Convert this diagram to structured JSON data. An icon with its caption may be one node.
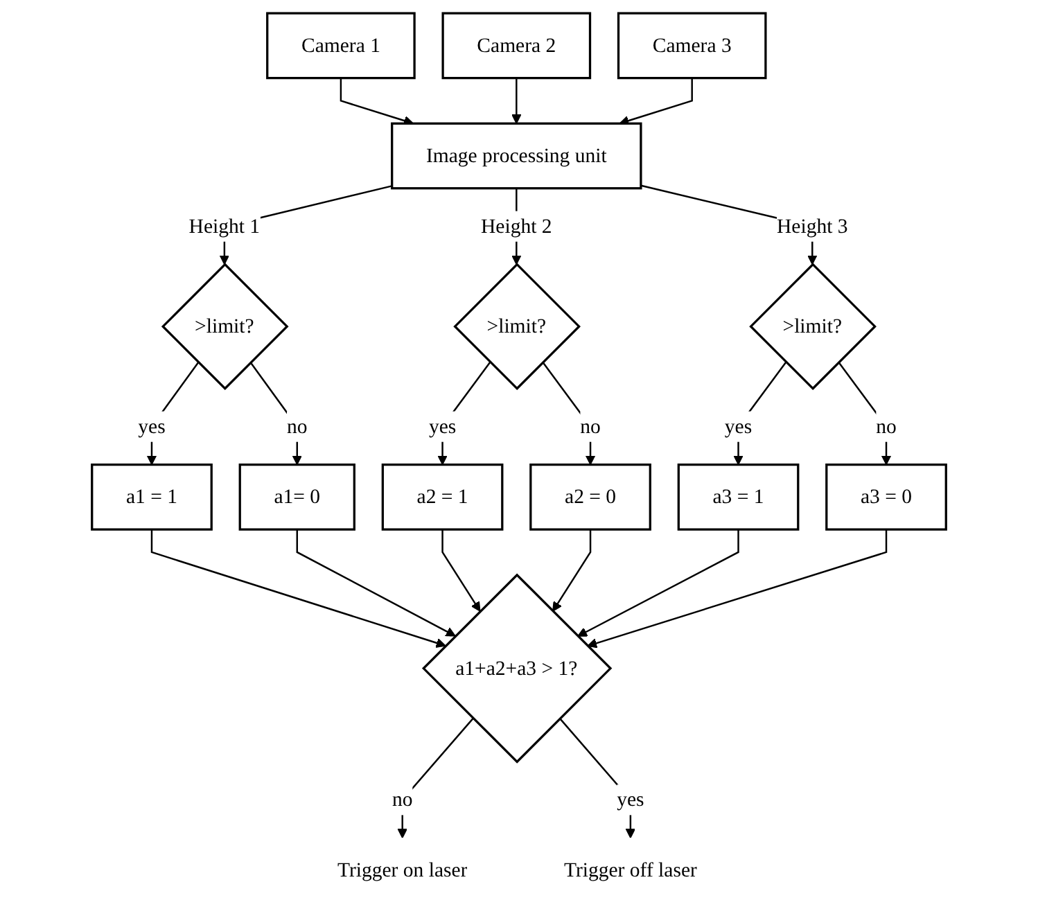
{
  "diagram": {
    "nodes": [
      {
        "text": [
          "Camera 1"
        ]
      },
      {
        "text": [
          "Camera 2"
        ]
      },
      {
        "text": [
          "Camera 3"
        ]
      },
      {
        "text": [
          "Image processing unit"
        ]
      },
      {
        "text": [
          ">limit?"
        ]
      },
      {
        "text": [
          ">limit?"
        ]
      },
      {
        "text": [
          ">limit?"
        ]
      },
      {
        "text": [
          "a1 = 1"
        ]
      },
      {
        "text": [
          "a1= 0"
        ]
      },
      {
        "text": [
          "a2 = 1"
        ]
      },
      {
        "text": [
          "a2 = 0"
        ]
      },
      {
        "text": [
          "a3 = 1"
        ]
      },
      {
        "text": [
          "a3 = 0"
        ]
      },
      {
        "text": [
          "a1+a2+a3 > 1?"
        ]
      },
      {
        "text": [
          "Trigger on laser"
        ]
      },
      {
        "text": [
          "Trigger off laser"
        ]
      }
    ],
    "edges": [
      {
        "from": 0,
        "to": 3,
        "arrow": "to"
      },
      {
        "from": 1,
        "to": 3,
        "arrow": "to"
      },
      {
        "from": 2,
        "to": 3,
        "arrow": "to"
      },
      {
        "from": 3,
        "to": 4,
        "arrow": "to",
        "label": "Height 1"
      },
      {
        "from": 3,
        "to": 5,
        "arrow": "to",
        "label": "Height 2"
      },
      {
        "from": 3,
        "to": 6,
        "arrow": "to",
        "label": "Height 3"
      },
      {
        "from": 4,
        "to": 7,
        "arrow": "to",
        "label": "yes"
      },
      {
        "from": 4,
        "to": 8,
        "arrow": "to",
        "label": "no"
      },
      {
        "from": 5,
        "to": 9,
        "arrow": "to",
        "label": "yes"
      },
      {
        "from": 5,
        "to": 10,
        "arrow": "to",
        "label": "no"
      },
      {
        "from": 6,
        "to": 11,
        "arrow": "to",
        "label": "yes"
      },
      {
        "from": 6,
        "to": 12,
        "arrow": "to",
        "label": "no"
      },
      {
        "from": 7,
        "to": 13,
        "arrow": "to"
      },
      {
        "from": 8,
        "to": 13,
        "arrow": "to"
      },
      {
        "from": 9,
        "to": 13,
        "arrow": "to"
      },
      {
        "from": 10,
        "to": 13,
        "arrow": "to"
      },
      {
        "from": 11,
        "to": 13,
        "arrow": "to"
      },
      {
        "from": 12,
        "to": 13,
        "arrow": "to"
      },
      {
        "from": 13,
        "to": 14,
        "arrow": "to",
        "label": "no"
      },
      {
        "from": 13,
        "to": 15,
        "arrow": "to",
        "label": "yes"
      }
    ]
  }
}
